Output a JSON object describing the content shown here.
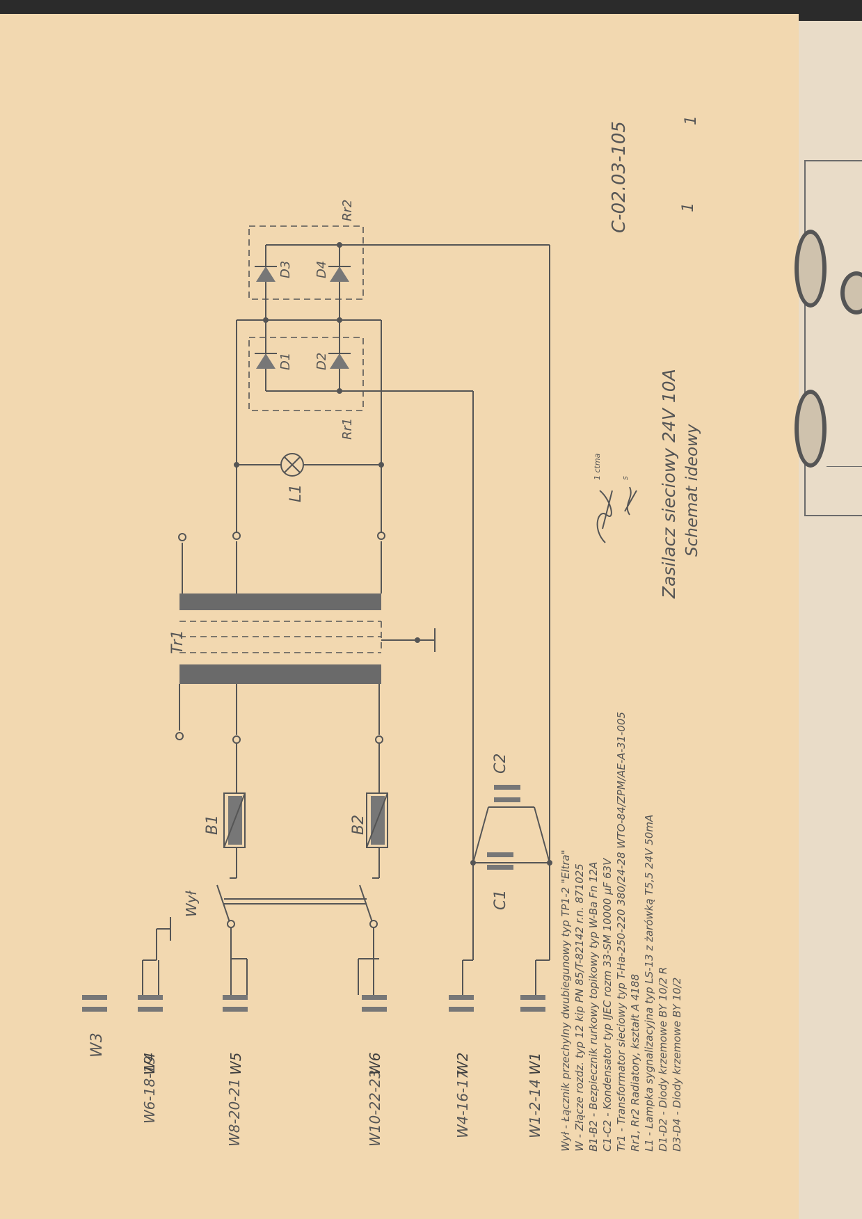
{
  "document": {
    "drawing_number": "C-02.03-105",
    "sheet_marks": [
      "1",
      "1"
    ],
    "title": "Zasilacz sieciowy 24V 10A",
    "subtitle": "Schemat ideowy",
    "signature_note_1": "1 ctma",
    "signature_note_2": "s"
  },
  "components": {
    "transformer": "Tr1",
    "fuse_1": "B1",
    "fuse_2": "B2",
    "switch": "Wył",
    "lamp": "L1",
    "capacitor_1": "C1",
    "capacitor_2": "C2",
    "diode_1": "D1",
    "diode_2": "D2",
    "diode_3": "D3",
    "diode_4": "D4",
    "radiator_1": "Rr1",
    "radiator_2": "Rr2"
  },
  "connectors": [
    {
      "label": "W3",
      "mark": ""
    },
    {
      "label": "W6-18-19",
      "mark": "W4"
    },
    {
      "label": "W8-20-21",
      "mark": "W5"
    },
    {
      "label": "W10-22-23",
      "mark": "W6"
    },
    {
      "label": "W4-16-17",
      "mark": "W2"
    },
    {
      "label": "W1-2-14",
      "mark": "W1"
    }
  ],
  "legend": [
    "Wył - Łącznik przechylny dwubiegunowy typ TP1-2 \"Eltra\"",
    "W - Złącze rozdz. typ 12 kip PN 85/T-82142 r.n. 871025",
    "B1-B2 - Bezpiecznik rurkowy topikowy typ W-Ba Fn 12A",
    "C1-C2 - Kondensator typ IJEC rozm 33-SM 10000 μF 63V",
    "Tr1 - Transformator sieciowy typ T-Ha-250-220 380/24-28 WTO-84/ZPM/AE-A-31-005",
    "Rr1, Rr2 Radiatory, kształt A 4188",
    "L1 - Lampka sygnalizacyjna typ LS-13 z żarówką T5,5 24V 50mA",
    "D1-D2 - Diody krzemowe BY 10/2 R",
    "D3-D4 - Diody krzemowe BY 10/2"
  ]
}
